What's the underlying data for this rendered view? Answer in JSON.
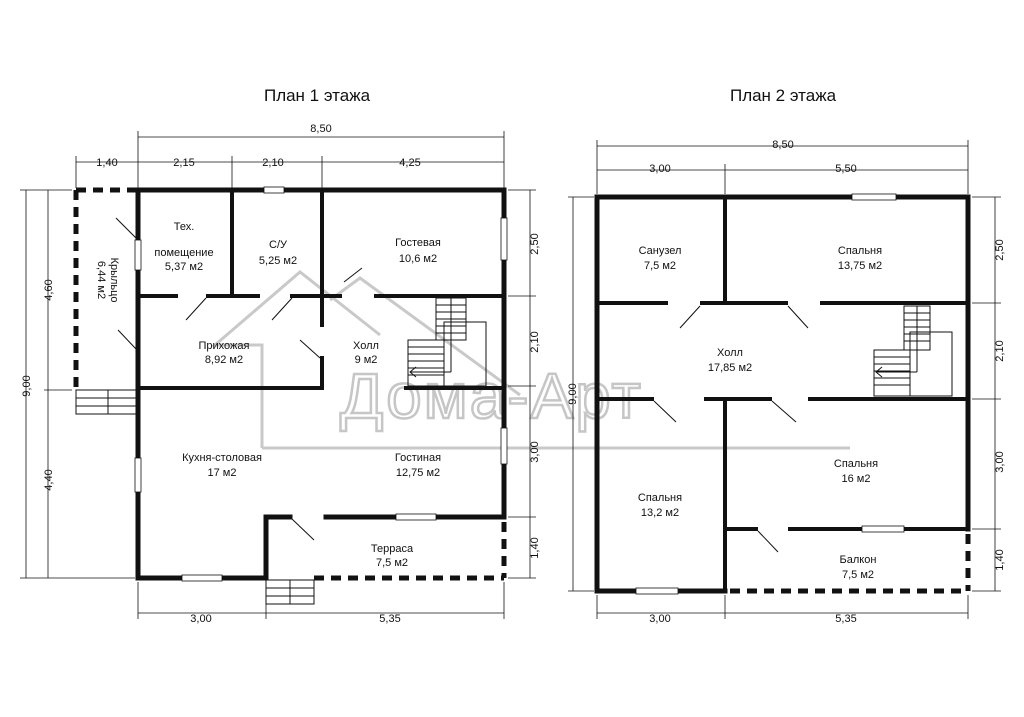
{
  "plan1": {
    "title": "План 1 этажа",
    "dims": {
      "total_width": "8,50",
      "top": [
        "1,40",
        "2,15",
        "2,10",
        "4,25"
      ],
      "bottom": [
        "3,00",
        "5,35"
      ],
      "left_total": "9,00",
      "left": [
        "4,60",
        "4,40"
      ],
      "right": [
        "2,50",
        "2,10",
        "3,00",
        "1,40"
      ]
    },
    "rooms": [
      {
        "name": "Тех.",
        "name2": "помещение",
        "area": "5,37 м2"
      },
      {
        "name": "С/У",
        "area": "5,25 м2"
      },
      {
        "name": "Гостевая",
        "area": "10,6 м2"
      },
      {
        "name": "Крыльцо",
        "area": "6,44 м2"
      },
      {
        "name": "Прихожая",
        "area": "8,92 м2"
      },
      {
        "name": "Холл",
        "area": "9 м2"
      },
      {
        "name": "Кухня-столовая",
        "area": "17 м2"
      },
      {
        "name": "Гостиная",
        "area": "12,75 м2"
      },
      {
        "name": "Терраса",
        "area": "7,5 м2"
      }
    ]
  },
  "plan2": {
    "title": "План 2 этажа",
    "dims": {
      "total_width": "8,50",
      "top": [
        "3,00",
        "5,50"
      ],
      "bottom": [
        "3,00",
        "5,35"
      ],
      "left_total": "9,00",
      "right": [
        "2,50",
        "2,10",
        "3,00",
        "1,40"
      ]
    },
    "rooms": [
      {
        "name": "Санузел",
        "area": "7,5 м2"
      },
      {
        "name": "Спальня",
        "area": "13,75 м2"
      },
      {
        "name": "Холл",
        "area": "17,85 м2"
      },
      {
        "name": "Спальня",
        "area": "16 м2"
      },
      {
        "name": "Спальня",
        "area": "13,2 м2"
      },
      {
        "name": "Балкон",
        "area": "7,5 м2"
      }
    ]
  },
  "watermark": {
    "text": "Дома-Арт",
    "color": "#c6c6c6"
  }
}
